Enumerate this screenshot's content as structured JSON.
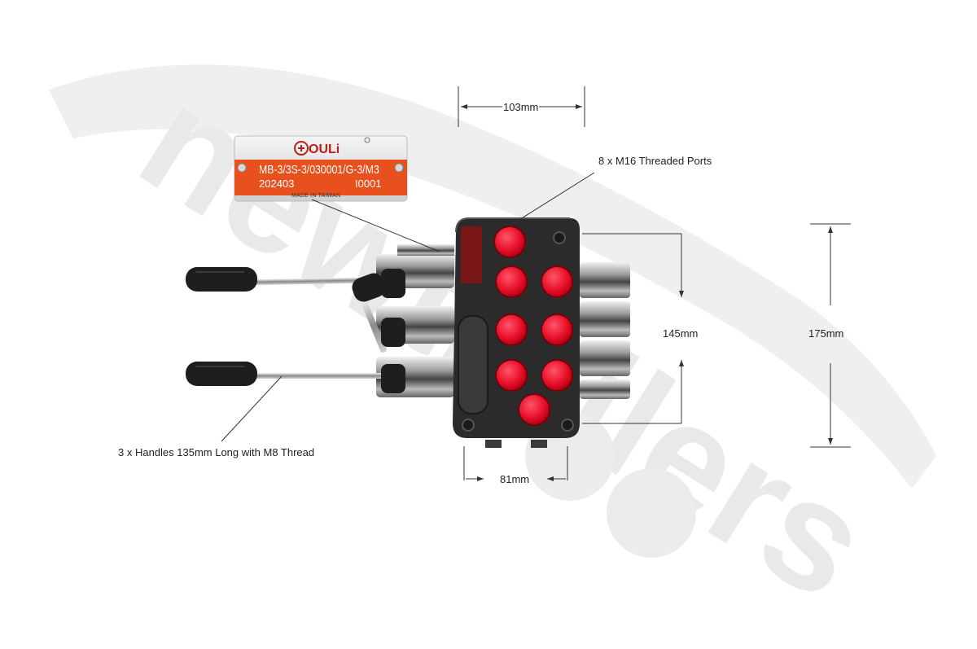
{
  "dimensions": {
    "width_label": "103mm",
    "base_width_label": "81mm",
    "body_height_label": "145mm",
    "overall_height_label": "175mm"
  },
  "callouts": {
    "ports": "8 x M16 Threaded Ports",
    "handles": "3 x Handles 135mm Long with M8 Thread"
  },
  "nameplate": {
    "brand": "OULi",
    "model": "MB-3/3S-3/030001/G-3/M3",
    "date_code": "202403",
    "serial": "I0001",
    "origin": "MADE IN TAIWAN"
  },
  "watermark": {
    "text": "newtrailers"
  },
  "colors": {
    "background": "#ffffff",
    "plate_orange": "#e8501e",
    "port_red": "#e8102a",
    "valve_body": "#2b2b2b",
    "watermark": "#eeeeee"
  }
}
